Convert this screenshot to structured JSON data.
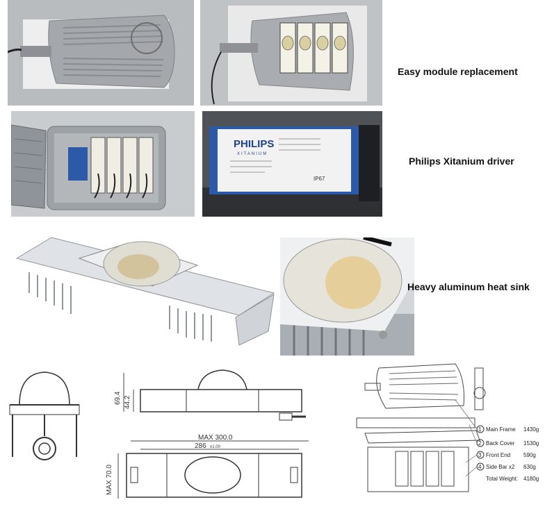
{
  "captions": {
    "module": "Easy module replacement",
    "driver": "Philips Xitanium driver",
    "heatsink": "Heavy aluminum heat sink"
  },
  "driver_label": {
    "brand": "PHILIPS",
    "product": "XITANIUM",
    "rating": "IP67"
  },
  "dimensions": {
    "height_a": "69.4",
    "height_b": "44.2",
    "max_length": "MAX 300.0",
    "length": "286",
    "length_tol": "±1.00",
    "max_width": "MAX 70.0"
  },
  "weights": {
    "rows": [
      {
        "num": "1",
        "label": "Main Frame",
        "value": "1430g"
      },
      {
        "num": "2",
        "label": "Back Cover",
        "value": "1530g"
      },
      {
        "num": "3",
        "label": "Front End",
        "value": "590g"
      },
      {
        "num": "4",
        "label": "Side Bar x2",
        "value": "630g"
      }
    ],
    "total_label": "Total Weight:",
    "total_value": "4180g"
  },
  "colors": {
    "housing": "#9ea3a8",
    "driver_blue": "#2c5aa8",
    "philips_blue": "#1f3f8f",
    "line": "#333333"
  }
}
